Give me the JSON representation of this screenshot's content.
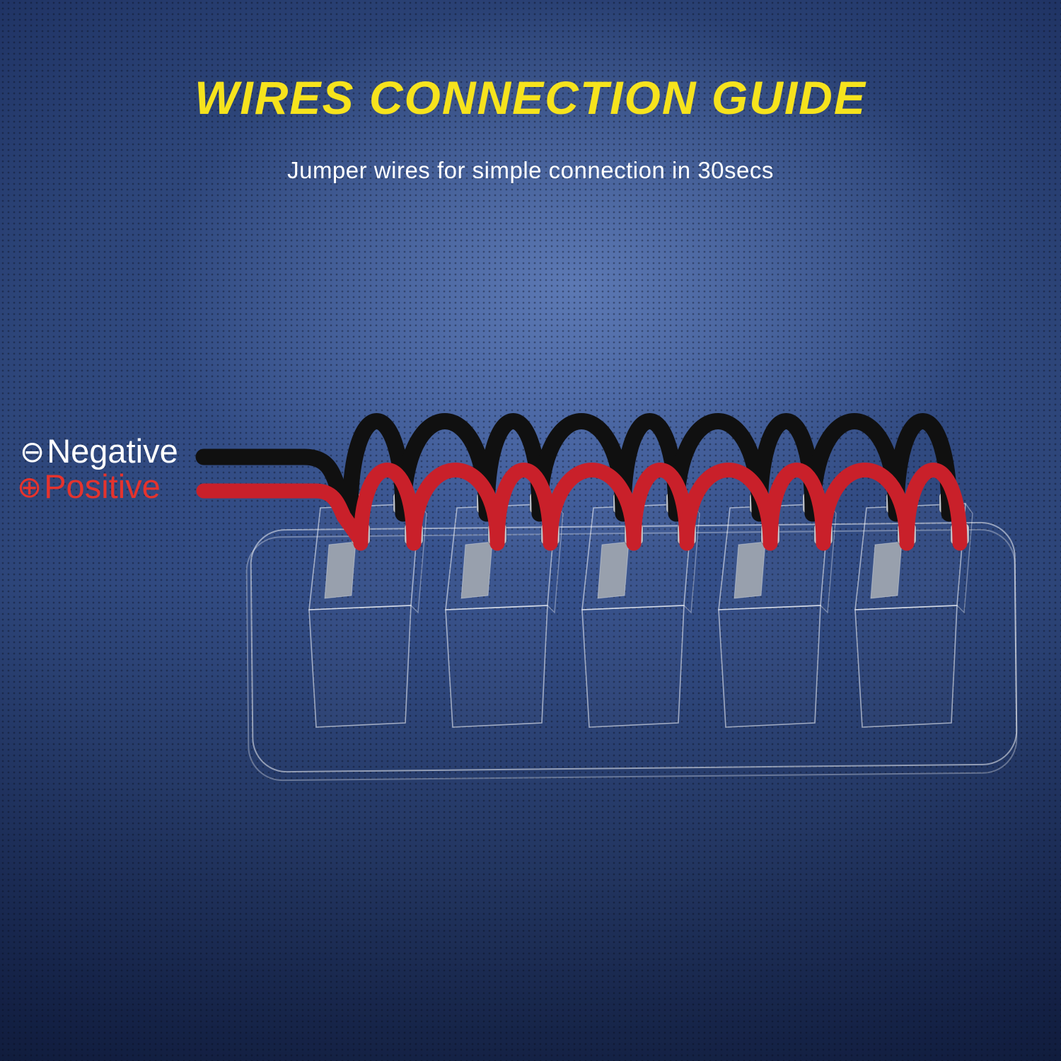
{
  "title": "WIRES CONNECTION GUIDE",
  "subtitle": "Jumper wires for simple connection in 30secs",
  "legend": {
    "negative": {
      "symbol": "⊖",
      "label": "Negative"
    },
    "positive": {
      "symbol": "⊕",
      "label": "Positive"
    }
  },
  "colors": {
    "title": "#F6E31D",
    "subtitle": "#FFFFFF",
    "negative-label": "#FFFFFF",
    "positive-label": "#E5332D",
    "negative-wire": "#101010",
    "positive-wire": "#C9202A",
    "terminal": "#C4C9D2",
    "rocker": "#98A0AD",
    "panel-line": "rgba(255,255,255,0.5)"
  },
  "diagram": {
    "switch_count": 5,
    "negative_jumper_count": 9,
    "positive_jumper_count": 9
  }
}
